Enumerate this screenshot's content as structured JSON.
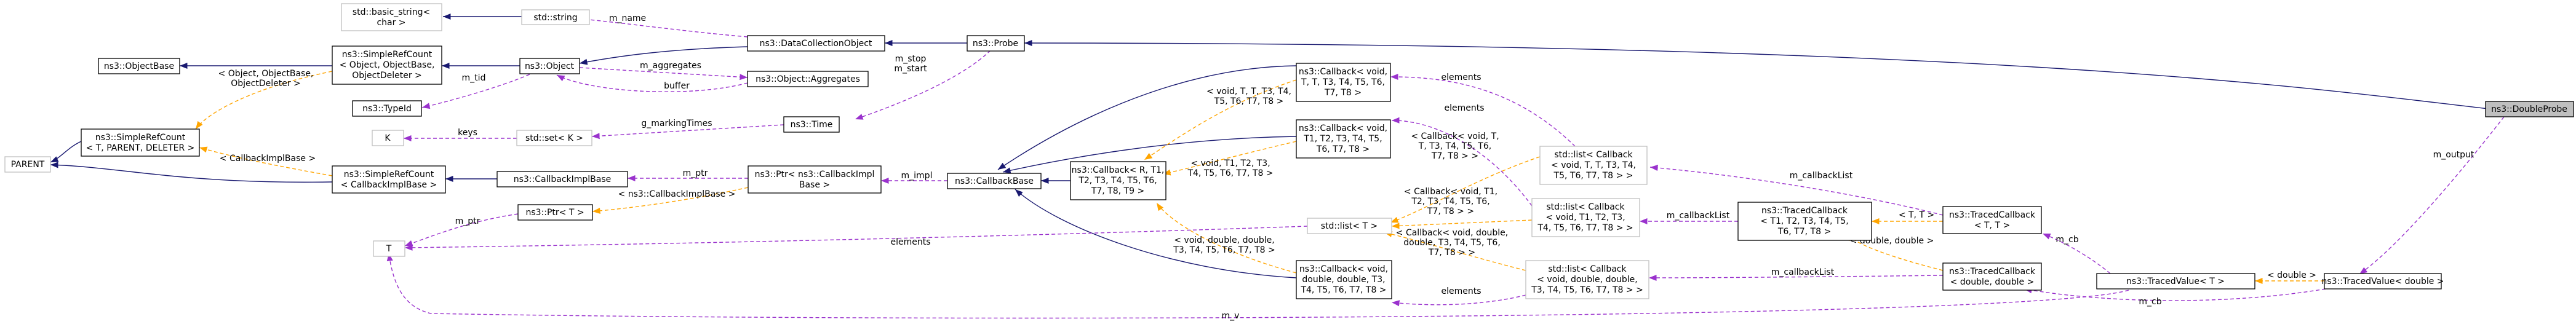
{
  "nodes": {
    "basic_string": [
      "std::basic_string<",
      "char >"
    ],
    "std_string": [
      "std::string"
    ],
    "object_base": [
      "ns3::ObjectBase"
    ],
    "srefcount_obj": [
      "ns3::SimpleRefCount",
      "< Object, ObjectBase,",
      "ObjectDeleter >"
    ],
    "ns3_object": [
      "ns3::Object"
    ],
    "dcobject": [
      "ns3::DataCollectionObject"
    ],
    "probe": [
      "ns3::Probe"
    ],
    "aggregates": [
      "ns3::Object::Aggregates"
    ],
    "typeid": [
      "ns3::TypeId"
    ],
    "K": [
      "K"
    ],
    "set_k": [
      "std::set< K >"
    ],
    "time": [
      "ns3::Time"
    ],
    "srefcount_generic": [
      "ns3::SimpleRefCount",
      "< T, PARENT, DELETER >"
    ],
    "parent": [
      "PARENT"
    ],
    "srefcount_cbimpl": [
      "ns3::SimpleRefCount",
      "< CallbackImplBase >"
    ],
    "cbimplbase": [
      "ns3::CallbackImplBase"
    ],
    "ptr_cbimpl": [
      "ns3::Ptr< ns3::CallbackImpl",
      "Base >"
    ],
    "ptr_t": [
      "ns3::Ptr< T >"
    ],
    "T": [
      "T"
    ],
    "callbackbase": [
      "ns3::CallbackBase"
    ],
    "cb_void_T": [
      "ns3::Callback< void,",
      "T, T, T3, T4, T5, T6,",
      "T7, T8 >"
    ],
    "cb_void_T1T2": [
      "ns3::Callback< void,",
      "T1, T2, T3, T4, T5,",
      "T6, T7, T8 >"
    ],
    "cb_generic": [
      "ns3::Callback< R, T1,",
      "T2, T3, T4, T5, T6,",
      "T7, T8, T9 >"
    ],
    "cb_void_double": [
      "ns3::Callback< void,",
      "double, double, T3,",
      "T4, T5, T6, T7, T8 >"
    ],
    "list_T": [
      "std::list< T >"
    ],
    "list_cb_T": [
      "std::list< Callback",
      "< void, T, T, T3, T4,",
      "T5, T6, T7, T8 > >"
    ],
    "list_cb_T1T2": [
      "std::list< Callback",
      "< void, T1, T2, T3,",
      "T4, T5, T6, T7, T8 > >"
    ],
    "list_cb_double": [
      "std::list< Callback",
      "< void, double, double,",
      "T3, T4, T5, T6, T7, T8 > >"
    ],
    "traced_cb_T1": [
      "ns3::TracedCallback",
      "< T1, T2, T3, T4, T5,",
      "T6, T7, T8 >"
    ],
    "traced_cb_T": [
      "ns3::TracedCallback",
      "< T, T >"
    ],
    "traced_cb_double": [
      "ns3::TracedCallback",
      "< double, double >"
    ],
    "traced_value_T": [
      "ns3::TracedValue< T >"
    ],
    "traced_value_double": [
      "ns3::TracedValue< double >"
    ],
    "double_probe": [
      "ns3::DoubleProbe"
    ]
  },
  "edge_labels": {
    "m_name": [
      "m_name"
    ],
    "m_tid": [
      "m_tid"
    ],
    "m_aggregates": [
      "m_aggregates"
    ],
    "buffer": [
      "buffer"
    ],
    "m_stop_start": [
      "m_stop",
      "m_start"
    ],
    "tmpl_obj": [
      "< Object, ObjectBase,",
      "ObjectDeleter >"
    ],
    "keys": [
      "keys"
    ],
    "g_markingTimes": [
      "g_markingTimes"
    ],
    "tmpl_cbimplbase": [
      "< CallbackImplBase >"
    ],
    "m_ptr_a": [
      "m_ptr"
    ],
    "tmpl_cbimplbase_ptr": [
      "< ns3::CallbackImplBase >"
    ],
    "m_impl": [
      "m_impl"
    ],
    "m_ptr_b": [
      "m_ptr"
    ],
    "elements_a": [
      "elements"
    ],
    "elements_b": [
      "elements"
    ],
    "elements_c": [
      "elements"
    ],
    "elements_d": [
      "elements"
    ],
    "tmpl_cb_void_T": [
      "< void, T, T, T3, T4,",
      "T5, T6, T7, T8 >"
    ],
    "tmpl_cb_void_T1T2": [
      "< void, T1, T2, T3,",
      "T4, T5, T6, T7, T8 >"
    ],
    "tmpl_cb_void_double": [
      "< void, double, double,",
      "T3, T4, T5, T6, T7, T8 >"
    ],
    "tmpl_list_cb_T": [
      "< Callback< void, T,",
      "T, T3, T4, T5, T6,",
      "T7, T8 > >"
    ],
    "tmpl_list_cb_T1T2": [
      "< Callback< void, T1,",
      "T2, T3, T4, T5, T6,",
      "T7, T8 > >"
    ],
    "tmpl_list_cb_double": [
      "< Callback< void, double,",
      "double, T3, T4, T5, T6,",
      "T7, T8 > >"
    ],
    "m_callbackList_a": [
      "m_callbackList"
    ],
    "m_callbackList_b": [
      "m_callbackList"
    ],
    "m_callbackList_c": [
      "m_callbackList"
    ],
    "tmpl_TT": [
      "< T, T >"
    ],
    "tmpl_double_double": [
      "< double, double >"
    ],
    "m_cb_a": [
      "m_cb"
    ],
    "m_cb_b": [
      "m_cb"
    ],
    "tmpl_double": [
      "< double >"
    ],
    "m_output": [
      "m_output"
    ],
    "m_v": [
      "m_v"
    ]
  },
  "colors": {
    "inheritance": "#191970",
    "usage": "#9a32cd",
    "template": "#ffa500",
    "highlight_fill": "#bfbfbf",
    "undocumented_border": "#bfbfbf"
  }
}
